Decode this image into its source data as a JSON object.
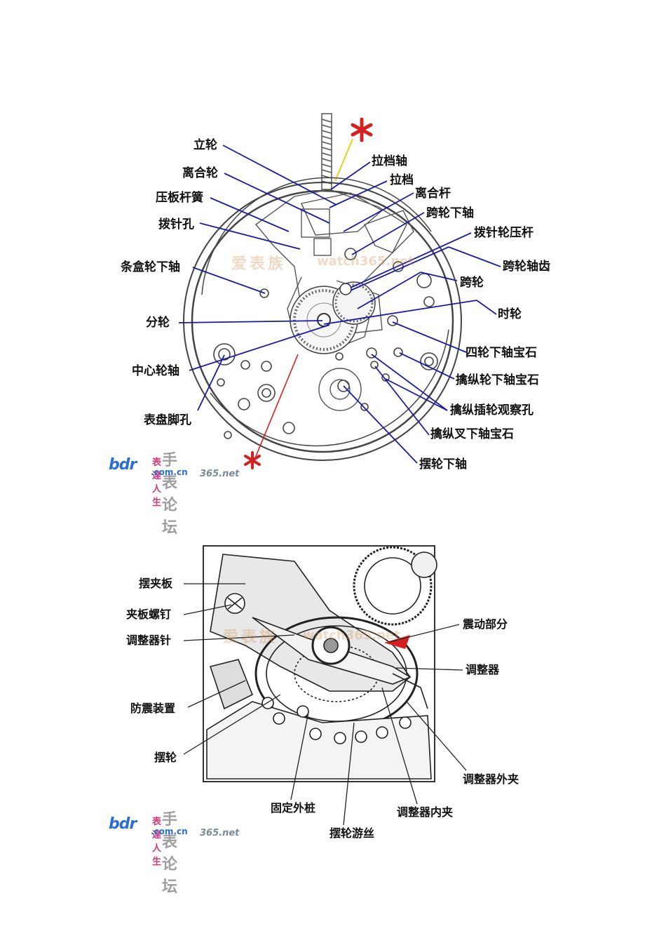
{
  "diagram1": {
    "labels": {
      "li_lun": "立轮",
      "li_he_lun": "离合轮",
      "ya_ban_gan_huang": "压板杆簧",
      "bo_zhen_kong": "拨针孔",
      "tiao_he_lun_xia_zhou": "条盒轮下轴",
      "fen_lun": "分轮",
      "zhong_xin_lun_zhou": "中心轮轴",
      "biao_pan_jiao_kong": "表盘脚孔",
      "la_dang_zhou": "拉档轴",
      "la_dang": "拉档",
      "li_he_gan": "离合杆",
      "kua_lun_xia_zhou": "跨轮下轴",
      "bo_zhen_lun_ya_gan": "拨针轮压杆",
      "kua_lun_zhou_chi": "跨轮轴齿",
      "kua_lun": "跨轮",
      "shi_lun": "时轮",
      "si_lun_xia_zhou_bao_shi": "四轮下轴宝石",
      "qin_zong_lun_xia_zhou_bao_shi": "擒纵轮下轴宝石",
      "qin_zong_cha_lun_guan_cha_kong": "擒纵插轮观察孔",
      "qin_zong_cha_xia_zhou_bao_shi": "擒纵叉下轴宝石",
      "bai_lun_xia_zhou": "摆轮下轴"
    },
    "watermark_cn": "爱表族",
    "watermark_url": "watch365.net"
  },
  "diagram2": {
    "labels": {
      "bai_jia_ban": "摆夹板",
      "jia_ban_luo_ding": "夹板螺钉",
      "tiao_zheng_qi_zhen": "调整器针",
      "fang_zhen_zhuang_zhi": "防震装置",
      "bai_lun": "摆轮",
      "gu_ding_wai_zhuang": "固定外桩",
      "bai_lun_you_si": "摆轮游丝",
      "tiao_zheng_qi_nei_jia": "调整器内夹",
      "tiao_zheng_qi_wai_jia": "调整器外夹",
      "tiao_zheng_qi": "调整器",
      "zhen_dong_bu_fen": "震动部分"
    },
    "watermark_cn": "爱表族",
    "watermark_url": "watch365.net"
  },
  "logos": {
    "bdr": "bdr",
    "cn_text": "表達人生",
    "com_text": ".com.cn",
    "forum_text": "手表论坛",
    "num_text": "365.net"
  },
  "colors": {
    "leader_line": "#1a1aa6",
    "annotation_red": "#d42020",
    "yellow_stem": "#e8d020",
    "drawing_line": "#444444"
  }
}
